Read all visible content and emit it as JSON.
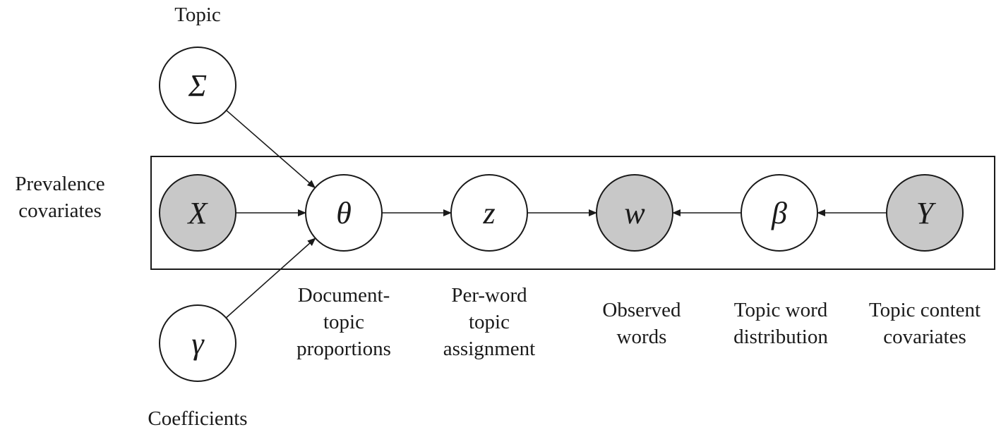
{
  "labels": {
    "topic": "Topic",
    "coefficients": "Coefficients",
    "prevalence": [
      "Prevalence",
      "covariates"
    ],
    "doc_topic": [
      "Document-",
      "topic",
      "proportions"
    ],
    "per_word": [
      "Per-word",
      "topic",
      "assignment"
    ],
    "observed": [
      "Observed",
      "words"
    ],
    "topic_word": [
      "Topic word",
      "distribution"
    ],
    "topic_content": [
      "Topic content",
      "covariates"
    ]
  },
  "nodes": {
    "sigma": {
      "symbol": "Σ",
      "observed": false
    },
    "gamma": {
      "symbol": "γ",
      "observed": false
    },
    "x": {
      "symbol": "X",
      "observed": true
    },
    "theta": {
      "symbol": "θ",
      "observed": false
    },
    "z": {
      "symbol": "z",
      "observed": false
    },
    "w": {
      "symbol": "w",
      "observed": true
    },
    "beta": {
      "symbol": "β",
      "observed": false
    },
    "y": {
      "symbol": "Y",
      "observed": true
    }
  },
  "edges": [
    {
      "from": "sigma",
      "to": "theta"
    },
    {
      "from": "gamma",
      "to": "theta"
    },
    {
      "from": "x",
      "to": "theta"
    },
    {
      "from": "theta",
      "to": "z"
    },
    {
      "from": "z",
      "to": "w"
    },
    {
      "from": "beta",
      "to": "w"
    },
    {
      "from": "y",
      "to": "beta"
    }
  ],
  "colors": {
    "observed_fill": "#c8c8c8",
    "latent_fill": "#ffffff",
    "stroke": "#1a1a1a"
  }
}
